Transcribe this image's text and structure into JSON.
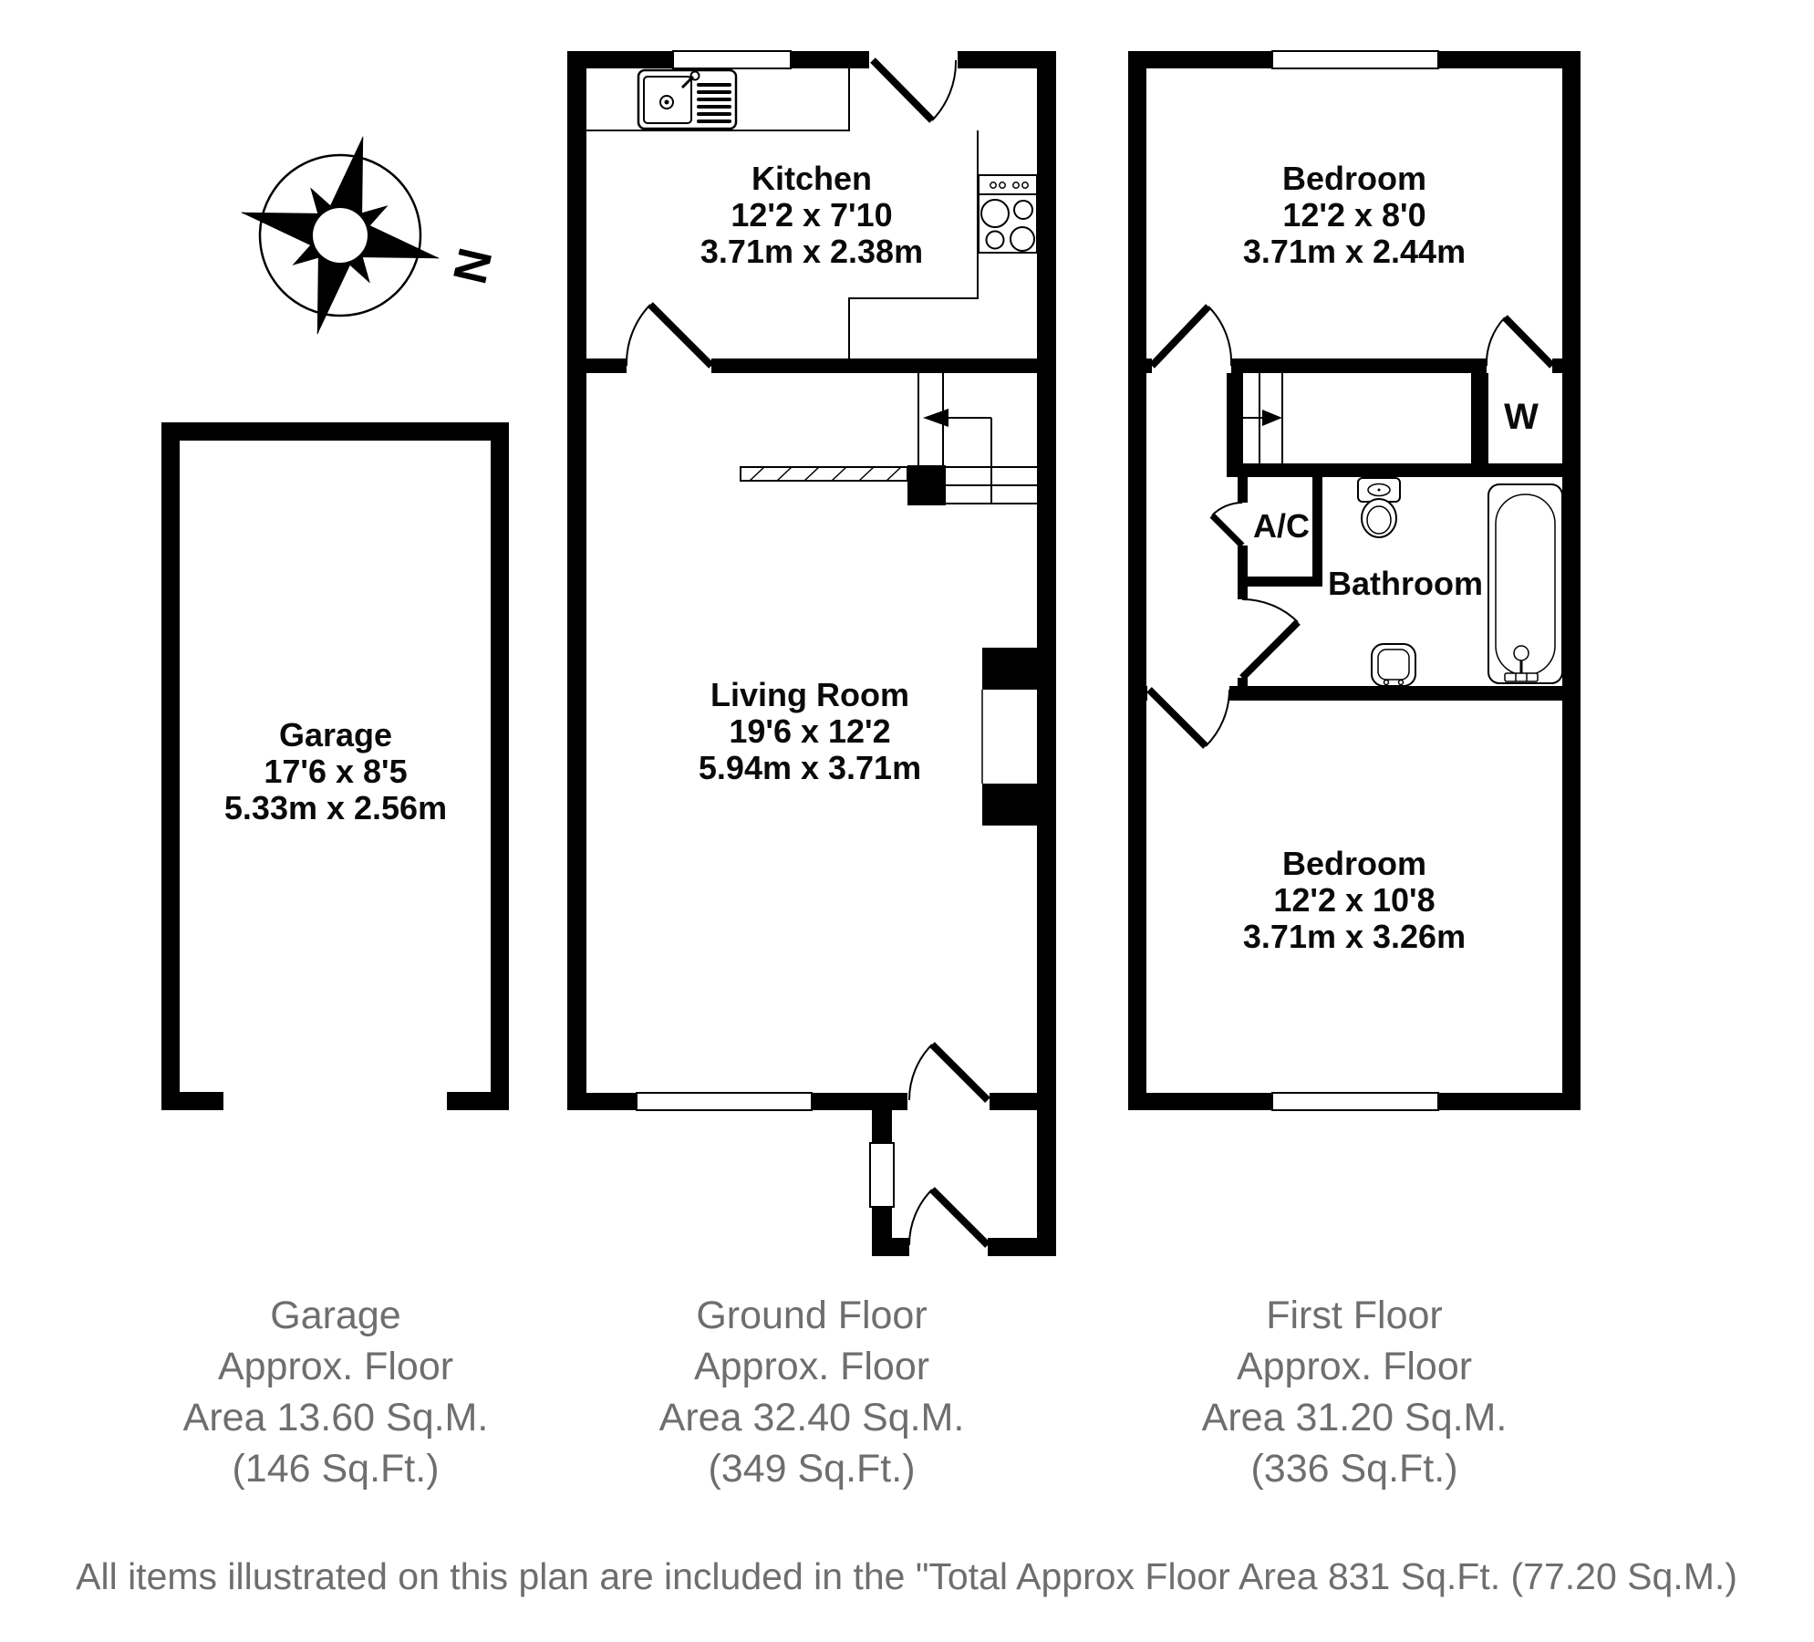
{
  "compass": {
    "north_label": "N"
  },
  "rooms": {
    "garage": {
      "name": "Garage",
      "size_imperial": "17'6 x 8'5",
      "size_metric": "5.33m x 2.56m"
    },
    "kitchen": {
      "name": "Kitchen",
      "size_imperial": "12'2 x 7'10",
      "size_metric": "3.71m x 2.38m"
    },
    "living_room": {
      "name": "Living Room",
      "size_imperial": "19'6 x 12'2",
      "size_metric": "5.94m x 3.71m"
    },
    "bedroom_front": {
      "name": "Bedroom",
      "size_imperial": "12'2 x 8'0",
      "size_metric": "3.71m x 2.44m"
    },
    "bedroom_rear": {
      "name": "Bedroom",
      "size_imperial": "12'2 x 10'8",
      "size_metric": "3.71m x 3.26m"
    },
    "bathroom": {
      "name": "Bathroom"
    },
    "airing_cupboard": {
      "name": "A/C"
    },
    "wardrobe": {
      "name": "W"
    }
  },
  "footer_labels": {
    "garage": [
      "Garage",
      "Approx. Floor",
      "Area 13.60 Sq.M.",
      "(146 Sq.Ft.)"
    ],
    "ground_floor": [
      "Ground Floor",
      "Approx. Floor",
      "Area 32.40 Sq.M.",
      "(349 Sq.Ft.)"
    ],
    "first_floor": [
      "First Floor",
      "Approx. Floor",
      "Area 31.20 Sq.M.",
      "(336 Sq.Ft.)"
    ]
  },
  "disclaimer": "All items illustrated on this plan are included in the \"Total Approx Floor Area 831 Sq.Ft. (77.20 Sq.M.)",
  "colors": {
    "wall": "#000000",
    "muted_text": "#6e6e6e"
  }
}
